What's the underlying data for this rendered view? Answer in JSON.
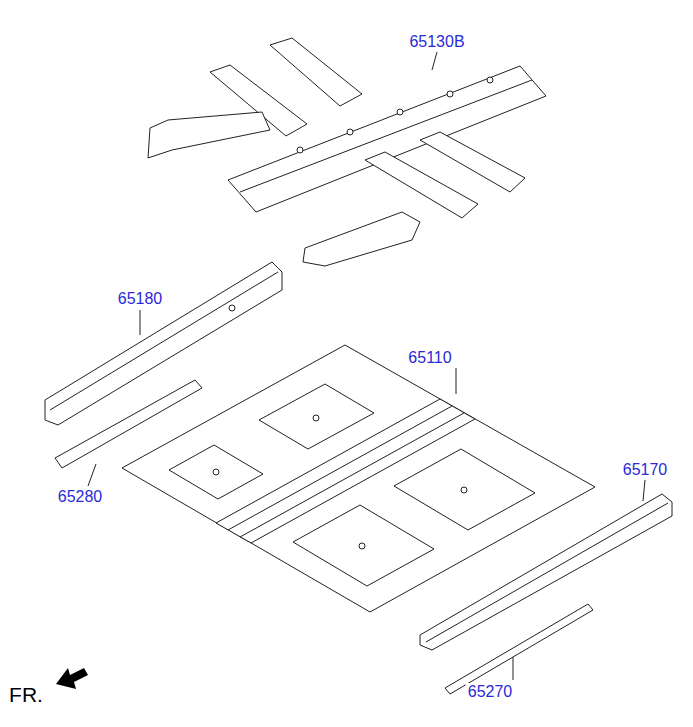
{
  "diagram": {
    "labels": [
      "65130B",
      "65180",
      "65110",
      "65280",
      "65170",
      "65270",
      "FR."
    ]
  }
}
